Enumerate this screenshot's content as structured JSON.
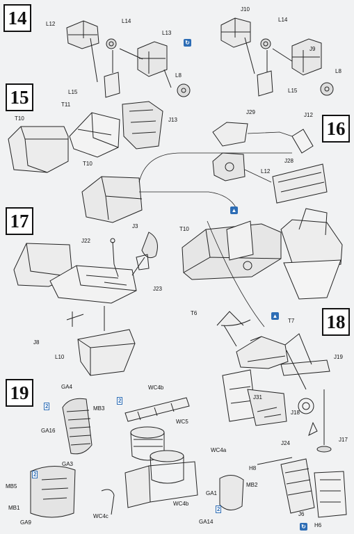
{
  "steps": {
    "s14": "14",
    "s15": "15",
    "s16": "16",
    "s17": "17",
    "s18": "18",
    "s19": "19"
  },
  "labels": {
    "L12": "L12",
    "L14a": "L14",
    "L13": "L13",
    "L15a": "L15",
    "L8a": "L8",
    "J10": "J10",
    "L14b": "L14",
    "J9": "J9",
    "L15b": "L15",
    "L8b": "L8",
    "T10a": "T10",
    "T11": "T11",
    "J13": "J13",
    "T10b": "T10",
    "J29": "J29",
    "J12": "J12",
    "L12b": "L12",
    "J28": "J28",
    "J22": "J22",
    "J3": "J3",
    "J23": "J23",
    "J8": "J8",
    "L10": "L10",
    "T10c": "T10",
    "T6": "T6",
    "T7": "T7",
    "J19": "J19",
    "J31": "J31",
    "J18": "J18",
    "J24": "J24",
    "J17": "J17",
    "GA4": "GA4",
    "MB3": "MB3",
    "GA16": "GA16",
    "GA3": "GA3",
    "WC4b_top": "WC4b",
    "WC5": "WC5",
    "WC4a": "WC4a",
    "WC4b_bot": "WC4b",
    "WC4c": "WC4c",
    "MB5": "MB5",
    "MB1": "MB1",
    "GA9": "GA9",
    "H8": "H8",
    "GA1": "GA1",
    "MB2": "MB2",
    "GA14": "GA14",
    "J6": "J6",
    "H6": "H6"
  },
  "quantities": {
    "q1": "2",
    "q2": "2",
    "q3": "2",
    "q4": "2"
  },
  "colors": {
    "accent": "#2d6db5",
    "ink": "#111111",
    "paper": "#f1f2f3"
  }
}
